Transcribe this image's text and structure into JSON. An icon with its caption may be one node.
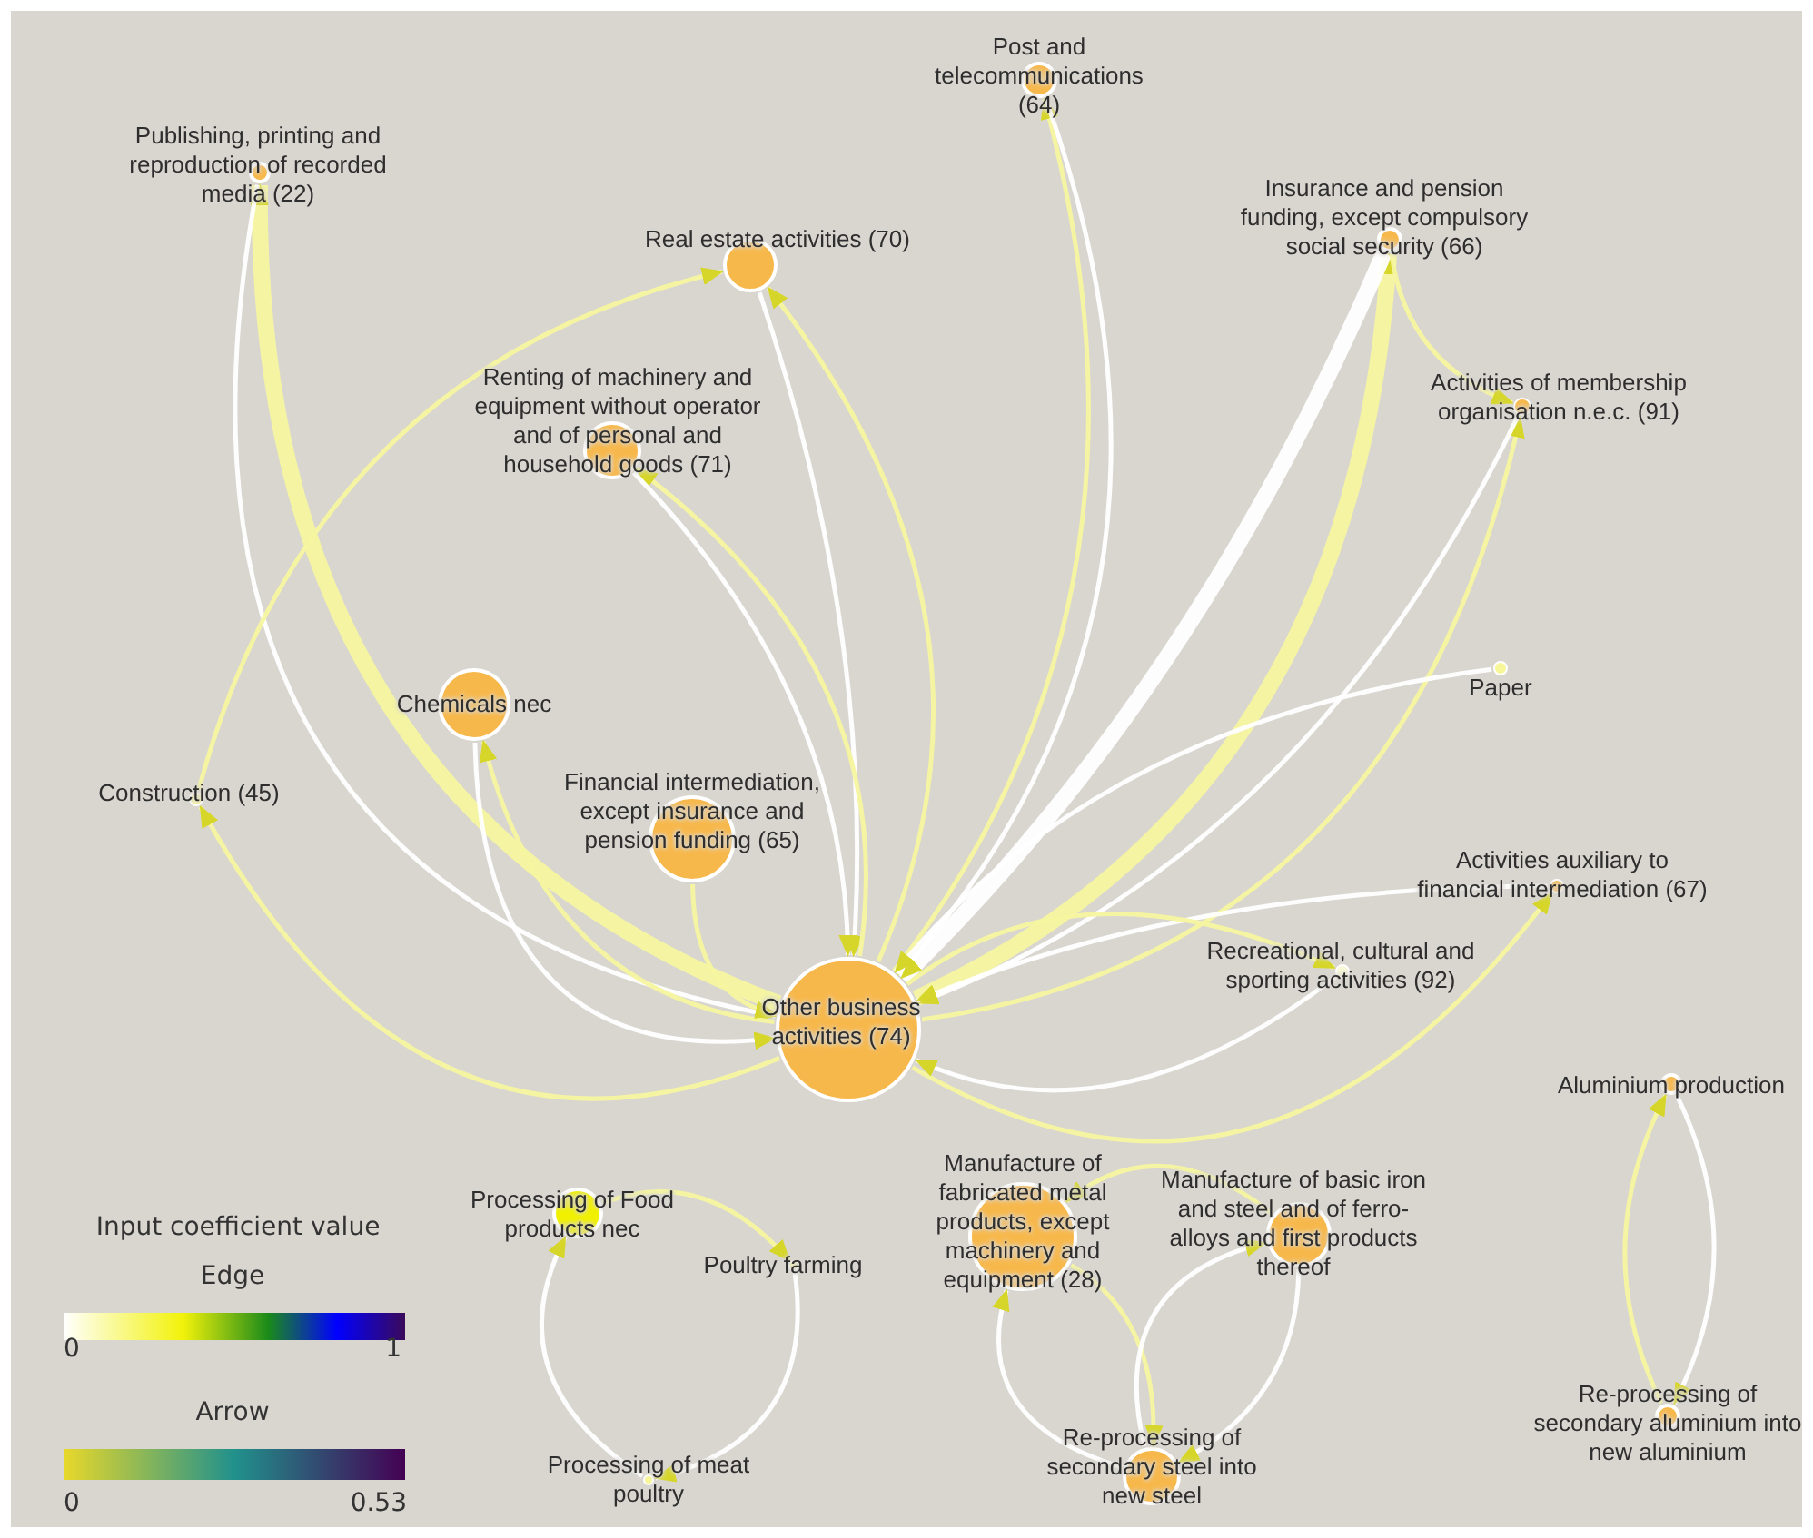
{
  "diagram": {
    "nodes": [
      {
        "text": [
          "Post and telecommunications (64)"
        ]
      },
      {
        "text": [
          "Publishing, printing and reproduction of recorded media (22)"
        ]
      },
      {
        "text": [
          "Real estate activities (70)"
        ]
      },
      {
        "text": [
          "Insurance and pension funding, except compulsory social security (66)"
        ]
      },
      {
        "text": [
          "Renting of machinery and equipment without operator and of personal and household goods (71)"
        ]
      },
      {
        "text": [
          "Activities of membership organisation n.e.c. (91)"
        ]
      },
      {
        "text": [
          "Chemicals nec"
        ]
      },
      {
        "text": [
          "Paper"
        ]
      },
      {
        "text": [
          "Construction (45)"
        ]
      },
      {
        "text": [
          "Financial intermediation, except insurance and pension funding (65)"
        ]
      },
      {
        "text": [
          "Activities auxiliary to financial intermediation (67)"
        ]
      },
      {
        "text": [
          "Recreational, cultural and sporting activities (92)"
        ]
      },
      {
        "text": [
          "Other business activities (74)"
        ]
      },
      {
        "text": [
          "Aluminium production"
        ]
      },
      {
        "text": [
          "Processing of Food products nec"
        ]
      },
      {
        "text": [
          "Poultry farming"
        ]
      },
      {
        "text": [
          "Manufacture of fabricated metal products, except machinery and equipment (28)"
        ]
      },
      {
        "text": [
          "Manufacture of basic iron and steel and of ferro-alloys and first products thereof"
        ]
      },
      {
        "text": [
          "Processing of meat poultry"
        ]
      },
      {
        "text": [
          "Re-processing of secondary steel into new steel"
        ]
      },
      {
        "text": [
          "Re-processing of secondary aluminium into new aluminium"
        ]
      }
    ],
    "edges": [
      {
        "from": 12,
        "to": 1,
        "arrow": "to",
        "style": "thick",
        "color": "#f6f6a0"
      },
      {
        "from": 1,
        "to": 12,
        "arrow": "to",
        "color": "#ffffff"
      },
      {
        "from": 12,
        "to": 8,
        "arrow": "to",
        "color": "#f6f6a0"
      },
      {
        "from": 12,
        "to": 6,
        "arrow": "to",
        "color": "#f6f6a0"
      },
      {
        "from": 6,
        "to": 12,
        "arrow": "to",
        "color": "#ffffff"
      },
      {
        "from": 12,
        "to": 2,
        "arrow": "to",
        "color": "#f6f6a0"
      },
      {
        "from": 2,
        "to": 12,
        "arrow": "to",
        "color": "#ffffff"
      },
      {
        "from": 12,
        "to": 4,
        "arrow": "to",
        "color": "#f6f6a0"
      },
      {
        "from": 4,
        "to": 12,
        "arrow": "to",
        "color": "#ffffff"
      },
      {
        "from": 12,
        "to": 0,
        "arrow": "to",
        "color": "#f6f6a0"
      },
      {
        "from": 0,
        "to": 12,
        "arrow": "to",
        "color": "#ffffff"
      },
      {
        "from": 12,
        "to": 3,
        "arrow": "to",
        "style": "thick",
        "color": "#f6f6a0"
      },
      {
        "from": 3,
        "to": 12,
        "arrow": "to",
        "style": "thick",
        "color": "#ffffff"
      },
      {
        "from": 3,
        "to": 5,
        "arrow": "to",
        "color": "#f6f6a0"
      },
      {
        "from": 12,
        "to": 5,
        "arrow": "to",
        "color": "#f6f6a0"
      },
      {
        "from": 5,
        "to": 12,
        "arrow": "to",
        "color": "#ffffff"
      },
      {
        "from": 7,
        "to": 12,
        "arrow": "to",
        "color": "#ffffff"
      },
      {
        "from": 12,
        "to": 10,
        "arrow": "to",
        "color": "#f6f6a0"
      },
      {
        "from": 10,
        "to": 12,
        "arrow": "to",
        "color": "#ffffff"
      },
      {
        "from": 12,
        "to": 11,
        "arrow": "to",
        "color": "#f6f6a0"
      },
      {
        "from": 11,
        "to": 12,
        "arrow": "to",
        "color": "#ffffff"
      },
      {
        "from": 9,
        "to": 12,
        "arrow": "to",
        "color": "#f6f6a0"
      },
      {
        "from": 8,
        "to": 2,
        "arrow": "to",
        "color": "#f6f6a0"
      },
      {
        "from": 14,
        "to": 15,
        "arrow": "to",
        "color": "#f6f6a0"
      },
      {
        "from": 15,
        "to": 18,
        "arrow": "to",
        "color": "#ffffff"
      },
      {
        "from": 18,
        "to": 14,
        "arrow": "to",
        "color": "#ffffff"
      },
      {
        "from": 17,
        "to": 16,
        "arrow": "to",
        "color": "#f6f6a0"
      },
      {
        "from": 16,
        "to": 19,
        "arrow": "to",
        "color": "#f6f6a0"
      },
      {
        "from": 19,
        "to": 16,
        "arrow": "to",
        "color": "#ffffff"
      },
      {
        "from": 17,
        "to": 19,
        "arrow": "to",
        "color": "#ffffff"
      },
      {
        "from": 19,
        "to": 17,
        "arrow": "to",
        "color": "#ffffff"
      },
      {
        "from": 20,
        "to": 13,
        "arrow": "to",
        "color": "#f6f6a0"
      },
      {
        "from": 13,
        "to": 20,
        "arrow": "to",
        "color": "#ffffff"
      }
    ],
    "labels": [
      "Input coefficient value",
      "Edge",
      "0",
      "1",
      "Arrow",
      "0",
      "0.53"
    ]
  }
}
